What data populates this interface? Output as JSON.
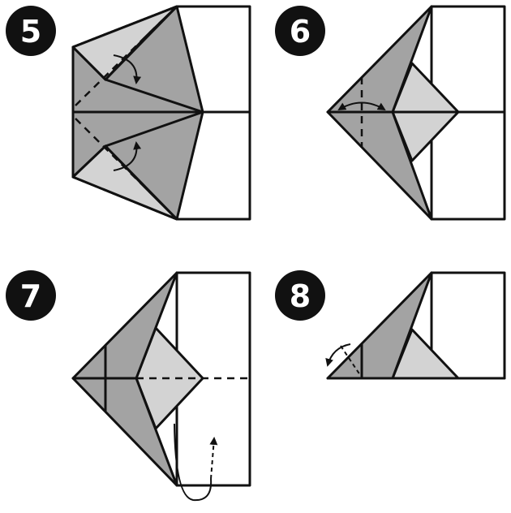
{
  "steps": [
    {
      "number": "5"
    },
    {
      "number": "6"
    },
    {
      "number": "7"
    },
    {
      "number": "8"
    }
  ],
  "colors": {
    "dark": "#a3a3a3",
    "light": "#d3d3d3",
    "paper": "#ffffff",
    "line": "#111111",
    "badge": "#111111"
  }
}
